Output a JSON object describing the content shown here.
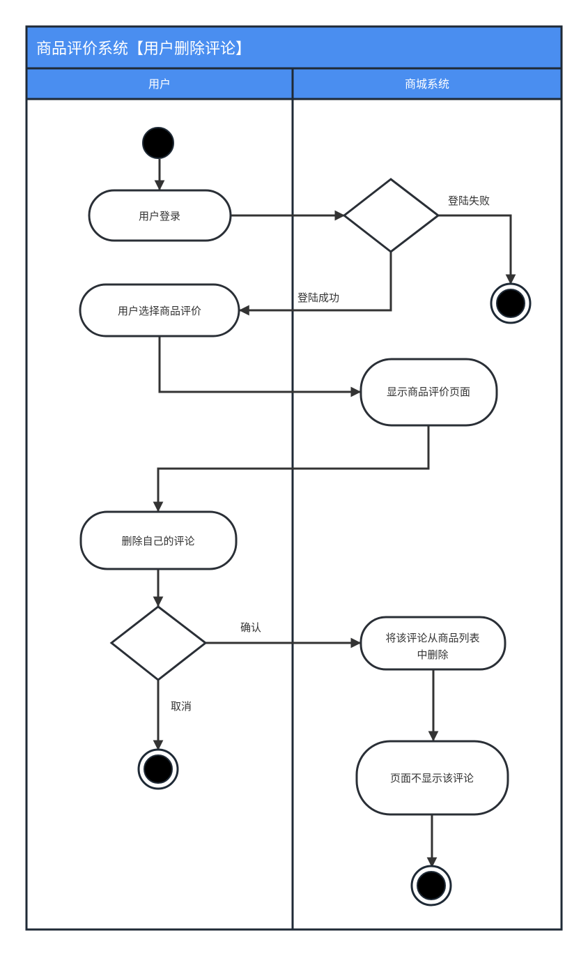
{
  "pool": {
    "title": "商品评价系统【用户删除评论】",
    "header_color": "#4a8ef0",
    "line_color": "#1f2a36"
  },
  "lanes": [
    {
      "id": "user",
      "label": "用户"
    },
    {
      "id": "system",
      "label": "商城系统"
    }
  ],
  "nodes": {
    "start": {
      "type": "initial",
      "lane": "user"
    },
    "login": {
      "type": "action",
      "lane": "user",
      "label": "用户登录"
    },
    "login_decision": {
      "type": "decision",
      "lane": "system"
    },
    "login_fail_end": {
      "type": "final",
      "lane": "system"
    },
    "select_review": {
      "type": "action",
      "lane": "user",
      "label": "用户选择商品评价"
    },
    "show_review_page": {
      "type": "action",
      "lane": "system",
      "label": "显示商品评价页面"
    },
    "delete_own": {
      "type": "action",
      "lane": "user",
      "label": "删除自己的评论"
    },
    "confirm_decision": {
      "type": "decision",
      "lane": "user"
    },
    "cancel_end": {
      "type": "final",
      "lane": "user"
    },
    "remove_from_list": {
      "type": "action",
      "lane": "system",
      "label_lines": [
        "将该评论从商品列表",
        "中删除"
      ]
    },
    "hide_review": {
      "type": "action",
      "lane": "system",
      "label": "页面不显示该评论"
    },
    "done_end": {
      "type": "final",
      "lane": "system"
    }
  },
  "edges": [
    {
      "from": "start",
      "to": "login",
      "label": ""
    },
    {
      "from": "login",
      "to": "login_decision",
      "label": ""
    },
    {
      "from": "login_decision",
      "to": "login_fail_end",
      "label": "登陆失败"
    },
    {
      "from": "login_decision",
      "to": "select_review",
      "label": "登陆成功"
    },
    {
      "from": "select_review",
      "to": "show_review_page",
      "label": ""
    },
    {
      "from": "show_review_page",
      "to": "delete_own",
      "label": ""
    },
    {
      "from": "delete_own",
      "to": "confirm_decision",
      "label": ""
    },
    {
      "from": "confirm_decision",
      "to": "remove_from_list",
      "label": "确认"
    },
    {
      "from": "confirm_decision",
      "to": "cancel_end",
      "label": "取消"
    },
    {
      "from": "remove_from_list",
      "to": "hide_review",
      "label": ""
    },
    {
      "from": "hide_review",
      "to": "done_end",
      "label": ""
    }
  ]
}
